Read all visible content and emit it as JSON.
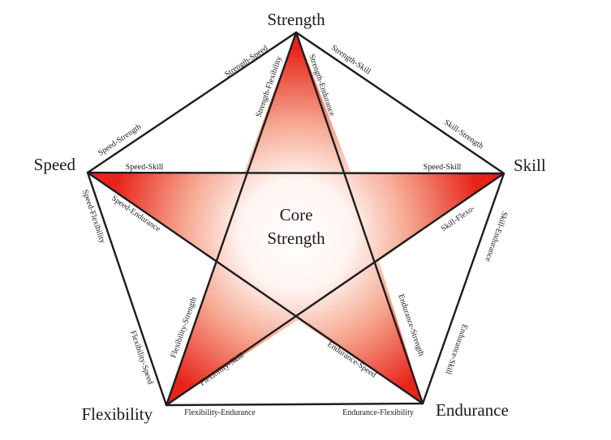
{
  "vertices": {
    "strength": "Strength",
    "skill": "Skill",
    "endurance": "Endurance",
    "flexibility": "Flexibility",
    "speed": "Speed"
  },
  "center": {
    "line1": "Core",
    "line2": "Strength"
  },
  "edge_labels": {
    "strength_speed": "Strength-Speed",
    "strength_flexibility": "Strength-Flexibility",
    "strength_endurance": "Strength-Endurance",
    "strength_skill": "Strength-Skill",
    "skill_strength": "Skill-Strength",
    "speed_strength": "Speed-Strength",
    "speed_skill_left": "Speed-Skill",
    "speed_skill_right": "Speed-Skill",
    "skill_flexo": "Skill-Flexo-",
    "skill_endurance": "Skill-Endurance",
    "speed_flexibility": "Speed-Flexibility",
    "speed_endurance": "Speed-Endurance",
    "flexibility_strength": "Flexibility-Strength",
    "flexibility_speed": "Flexibility-Speed",
    "flexibility_skill": "Flexibility-Skill",
    "endurance_strength": "Endurance-Strength",
    "endurance_skill": "Endurance-Skill",
    "endurance_speed": "Endurance-Speed",
    "flexibility_endurance": "Flexibility-Endurance",
    "endurance_flexibility": "Endurance-Flexibility"
  },
  "colors": {
    "star_center": "#ffffff",
    "star_edge": "#e8241a",
    "line": "#1c1c1c"
  }
}
